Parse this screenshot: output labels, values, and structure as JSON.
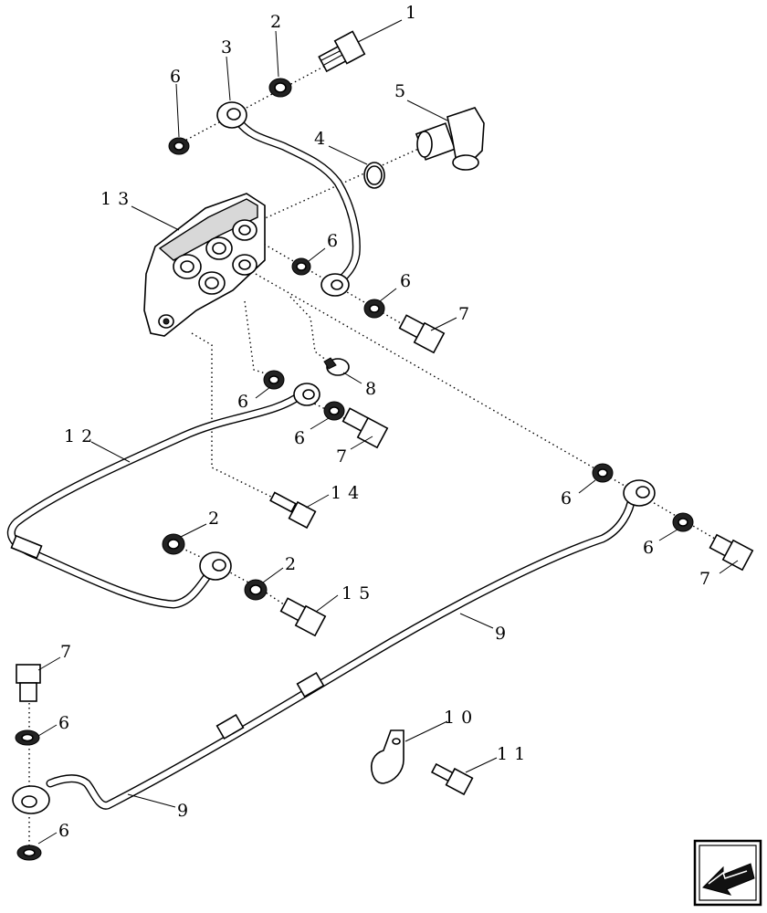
{
  "diagram": {
    "callouts": {
      "c1": "1",
      "c2a": "2",
      "c2b": "2",
      "c2c": "2",
      "c3": "3",
      "c4": "4",
      "c5": "5",
      "c6a": "6",
      "c6b": "6",
      "c6c": "6",
      "c6d": "6",
      "c6e": "6",
      "c6f": "6",
      "c6g": "6",
      "c6h": "6",
      "c6i": "6",
      "c7a": "7",
      "c7b": "7",
      "c7c": "7",
      "c7d": "7",
      "c8": "8",
      "c9a": "9",
      "c9b": "9",
      "c10": "1 0",
      "c11": "1 1",
      "c12": "1 2",
      "c13": "1 3",
      "c14": "1 4",
      "c15": "1 5"
    },
    "nav_icon": "arrow-previous-icon"
  }
}
